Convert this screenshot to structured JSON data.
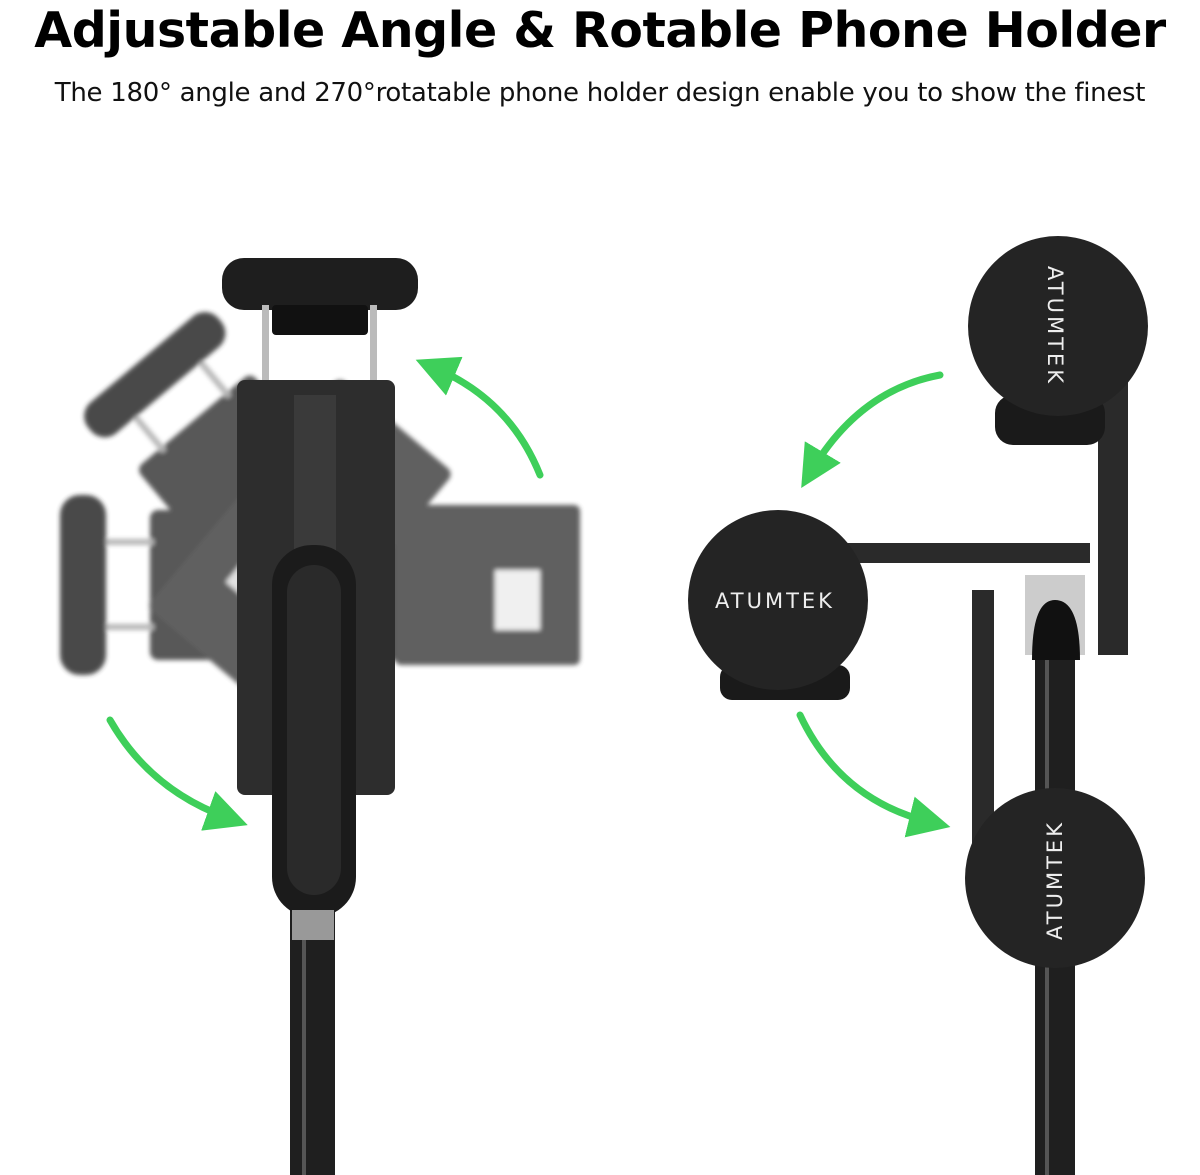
{
  "header": {
    "title": "Adjustable Angle & Rotable Phone Holder",
    "subtitle": "The 180° angle and 270°rotatable phone holder design enable you to show the finest"
  },
  "product": {
    "brand_logo": "ATUMTEK"
  },
  "colors": {
    "arrow": "#3ecf5a",
    "product": "#222222",
    "background": "#ffffff"
  },
  "icons": [
    "rotate-arrow-icon"
  ]
}
